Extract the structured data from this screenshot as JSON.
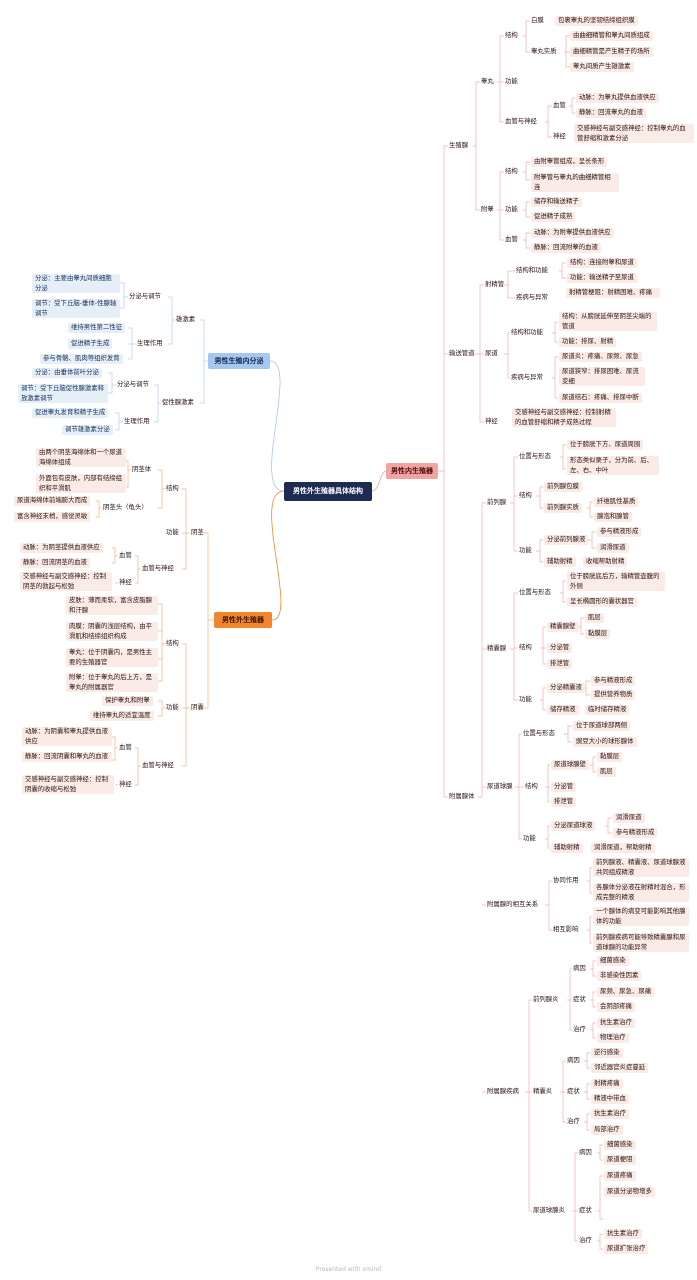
{
  "root": "男性外生殖器具体结构",
  "main": {
    "internal": "男性内生殖器",
    "external": "男性外生殖器",
    "endocrine": "男性生殖内分泌"
  },
  "footer": "Presented with xmind",
  "colors": {
    "root_bg": "#1e2b52",
    "internal": "#f3a3a1",
    "external": "#f2862f",
    "endocrine": "#a7c6f0",
    "item_bg": "#fbebe6"
  },
  "r": {
    "gonad": "生殖腺",
    "testis": "睾丸",
    "structure": "结构",
    "tunica": "白膜",
    "tunica_d": "包裹睾丸的坚韧结缔组织膜",
    "paren": "睾丸实质",
    "paren_1": "由曲细精管和睾丸间质组成",
    "paren_2": "曲细精管是产生精子的场所",
    "paren_3": "睾丸间质产生雄激素",
    "function": "功能",
    "bvn": "血管与神经",
    "vessel": "血管",
    "nerve": "神经",
    "artery_testis": "动脉：为睾丸提供血液供应",
    "vein_testis": "静脉：回流睾丸的血液",
    "nerve_testis": "交感神经与副交感神经：控制睾丸的血管舒缩和激素分泌",
    "epi": "附睾",
    "epi_s1": "由附睾管组成，呈长条形",
    "epi_s2": "附睾管与睾丸的曲细精管相连",
    "epi_f1": "储存和输送精子",
    "epi_f2": "促进精子成熟",
    "epi_v1": "动脉：为附睾提供血液供应",
    "epi_v2": "静脉：回流附睾的血液",
    "duct": "输送管道",
    "vas": "射精管",
    "sf": "结构和功能",
    "vas_s": "结构：连接附睾和尿道",
    "vas_f": "功能：输送精子至尿道",
    "dis": "疾病与异常",
    "vas_d": "射精管梗阻：射精困难、疼痛",
    "urethra": "尿道",
    "ur_s": "结构：从膀胱延伸至阴茎尖端的管道",
    "ur_f": "功能：排尿、射精",
    "ur_d1": "尿道炎：疼痛、尿频、尿急",
    "ur_d2": "尿道狭窄：排尿困难、尿流变细",
    "ur_d3": "尿道结石：疼痛、排尿中断",
    "duct_nerve": "神经",
    "duct_nerve_d": "交感神经与副交感神经：控制射精的血管舒缩和精子成熟过程",
    "glands": "附属腺体",
    "prostate": "前列腺",
    "pos": "位置与形态",
    "pr_p1": "位于膀胱下方、尿道周围",
    "pr_p2": "形态类似栗子，分为前、后、左、右、中叶",
    "pr_cap": "前列腺包膜",
    "pr_par": "前列腺实质",
    "pr_par1": "纤维肌性基质",
    "pr_par2": "腺泡和腺管",
    "pr_sec": "分泌前列腺液",
    "pr_sec1": "参与精液形成",
    "pr_sec2": "润滑尿道",
    "assist": "辅助射精",
    "pr_assist": "收缩帮助射精",
    "sv": "精囊腺",
    "sv_p1": "位于膀胱底后方，输精管壶腹的外侧",
    "sv_p2": "呈长椭圆形的囊状器官",
    "sv_wall": "精囊腺壁",
    "sv_w1": "肌层",
    "sv_w2": "黏膜层",
    "sv_duct": "分泌管",
    "sv_ex": "排泄管",
    "sv_sec": "分泌精囊液",
    "sv_sec1": "参与精液形成",
    "sv_sec2": "提供营养物质",
    "sv_store": "储存精液",
    "sv_store1": "临时储存精液",
    "bu": "尿道球腺",
    "bu_p1": "位于尿道球部两侧",
    "bu_p2": "豌豆大小的球形腺体",
    "bu_wall": "尿道球腺壁",
    "bu_w1": "黏膜层",
    "bu_w2": "肌层",
    "bu_duct": "分泌管",
    "bu_ex": "排泄管",
    "bu_sec": "分泌尿道球液",
    "bu_sec1": "润滑尿道",
    "bu_sec2": "参与精液形成",
    "bu_assist1": "润滑尿道，帮助射精",
    "rel": "附属腺的相互关系",
    "coop": "协同作用",
    "coop1": "前列腺液、精囊液、尿道球腺液共同组成精液",
    "coop2": "各腺体分泌液在射精时混合，形成完整的精液",
    "inter": "相互影响",
    "inter1": "一个腺体的病变可能影响其他腺体的功能",
    "inter2": "前列腺疾病可能导致精囊腺和尿道球腺的功能异常",
    "diseases": "附属腺疾病",
    "prostatitis": "前列腺炎",
    "cause": "病因",
    "symptom": "症状",
    "treat": "治疗",
    "p_c1": "细菌感染",
    "p_c2": "非感染性因素",
    "p_s1": "尿频、尿急、尿痛",
    "p_s2": "会阴部疼痛",
    "p_t1": "抗生素治疗",
    "p_t2": "物理治疗",
    "svi": "精囊炎",
    "s_c1": "逆行感染",
    "s_c2": "邻近器官炎症蔓延",
    "s_s1": "射精疼痛",
    "s_s2": "精液中带血",
    "s_t1": "抗生素治疗",
    "s_t2": "局部治疗",
    "bui": "尿道球腺炎",
    "b_c1": "细菌感染",
    "b_c2": "尿道梗阻",
    "b_s1": "尿道疼痛",
    "b_s2": "尿道分泌物增多",
    "b_t1": "抗生素治疗",
    "b_t2": "尿道扩张治疗"
  },
  "l": {
    "endo_a": "雄激素",
    "sec_reg": "分泌与调节",
    "e_sec": "分泌：主要由睾丸间质细胞分泌",
    "e_reg": "调节：受下丘脑-垂体-性腺轴调节",
    "e_act": "生理作用",
    "e_a1": "维持男性第二性征",
    "e_a2": "促进精子生成",
    "e_a3": "参与骨骼、肌肉等组织发育",
    "fsh": "促性腺激素",
    "f_sec": "分泌：由垂体前叶分泌",
    "f_reg": "调节：受下丘脑促性腺激素释放激素调节",
    "f_act": "生理作用",
    "f_a1": "促进睾丸发育和精子生成",
    "f_a2": "调节雄激素分泌",
    "penis": "阴茎",
    "structure": "结构",
    "function": "功能",
    "shaft": "阴茎体",
    "shaft1": "由两个阴茎海绵体和一个尿道海绵体组成",
    "shaft2": "外面包有皮肤，内部有结缔组织和平滑肌",
    "glans": "阴茎头（龟头）",
    "glans1": "尿道海绵体前端膨大而成",
    "glans2": "富含神经末梢，感觉灵敏",
    "bvn": "血管与神经",
    "vessel": "血管",
    "nerve": "神经",
    "pv1": "动脉：为阴茎提供血液供应",
    "pv2": "静脉：回流阴茎的血液",
    "pn": "交感神经与副交感神经：控制阴茎的勃起与松弛",
    "scrotum": "阴囊",
    "sc1": "皮肤：薄而柔软，富含皮脂腺和汗腺",
    "sc2": "肉膜：阴囊的浅层结构，由平滑肌和结缔组织构成",
    "sc3": "睾丸：位于阴囊内，是男性主要的生殖器官",
    "sc4": "附睾：位于睾丸的后上方，是睾丸的附属器官",
    "sf1": "保护睾丸和附睾",
    "sf2": "维持睾丸的适宜温度",
    "sv1": "动脉：为阴囊和睾丸提供血液供应",
    "sv2": "静脉：回流阴囊和睾丸的血液",
    "sn": "交感神经与副交感神经：控制阴囊的收缩与松弛"
  }
}
